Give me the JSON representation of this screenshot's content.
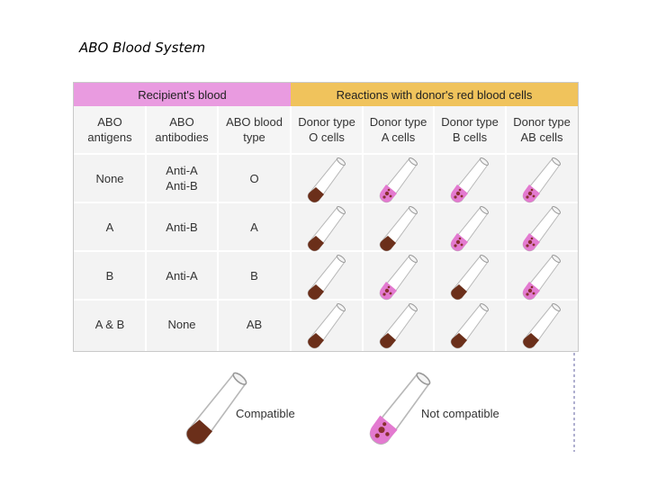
{
  "slide": {
    "title": "ABO Blood System"
  },
  "table": {
    "recipient_header": "Recipient's blood",
    "reactions_header": "Reactions with donor's red blood cells",
    "columns": [
      {
        "line1": "ABO",
        "line2": "antigens"
      },
      {
        "line1": "ABO",
        "line2": "antibodies"
      },
      {
        "line1": "ABO blood",
        "line2": "type"
      },
      {
        "line1": "Donor type",
        "line2": "O cells"
      },
      {
        "line1": "Donor type",
        "line2": "A cells"
      },
      {
        "line1": "Donor type",
        "line2": "B cells"
      },
      {
        "line1": "Donor type",
        "line2": "AB cells"
      }
    ],
    "rows": [
      {
        "antigens": "None",
        "antibodies_line1": "Anti-A",
        "antibodies_line2": "Anti-B",
        "type": "O",
        "reactions": [
          "compatible",
          "not_compatible",
          "not_compatible",
          "not_compatible"
        ]
      },
      {
        "antigens": "A",
        "antibodies_line1": "Anti-B",
        "antibodies_line2": "",
        "type": "A",
        "reactions": [
          "compatible",
          "compatible",
          "not_compatible",
          "not_compatible"
        ]
      },
      {
        "antigens": "B",
        "antibodies_line1": "Anti-A",
        "antibodies_line2": "",
        "type": "B",
        "reactions": [
          "compatible",
          "not_compatible",
          "compatible",
          "not_compatible"
        ]
      },
      {
        "antigens": "A & B",
        "antibodies_line1": "None",
        "antibodies_line2": "",
        "type": "AB",
        "reactions": [
          "compatible",
          "compatible",
          "compatible",
          "compatible"
        ]
      }
    ]
  },
  "legend": {
    "compatible": "Compatible",
    "not_compatible": "Not compatible"
  },
  "colors": {
    "recipient_banner": "#e99be0",
    "reactions_banner": "#f0c35c",
    "compatible_blood": "#6b2f1a",
    "agglutinated_fluid": "#e37ad0",
    "agglutinated_clumps": "#8a3030"
  }
}
